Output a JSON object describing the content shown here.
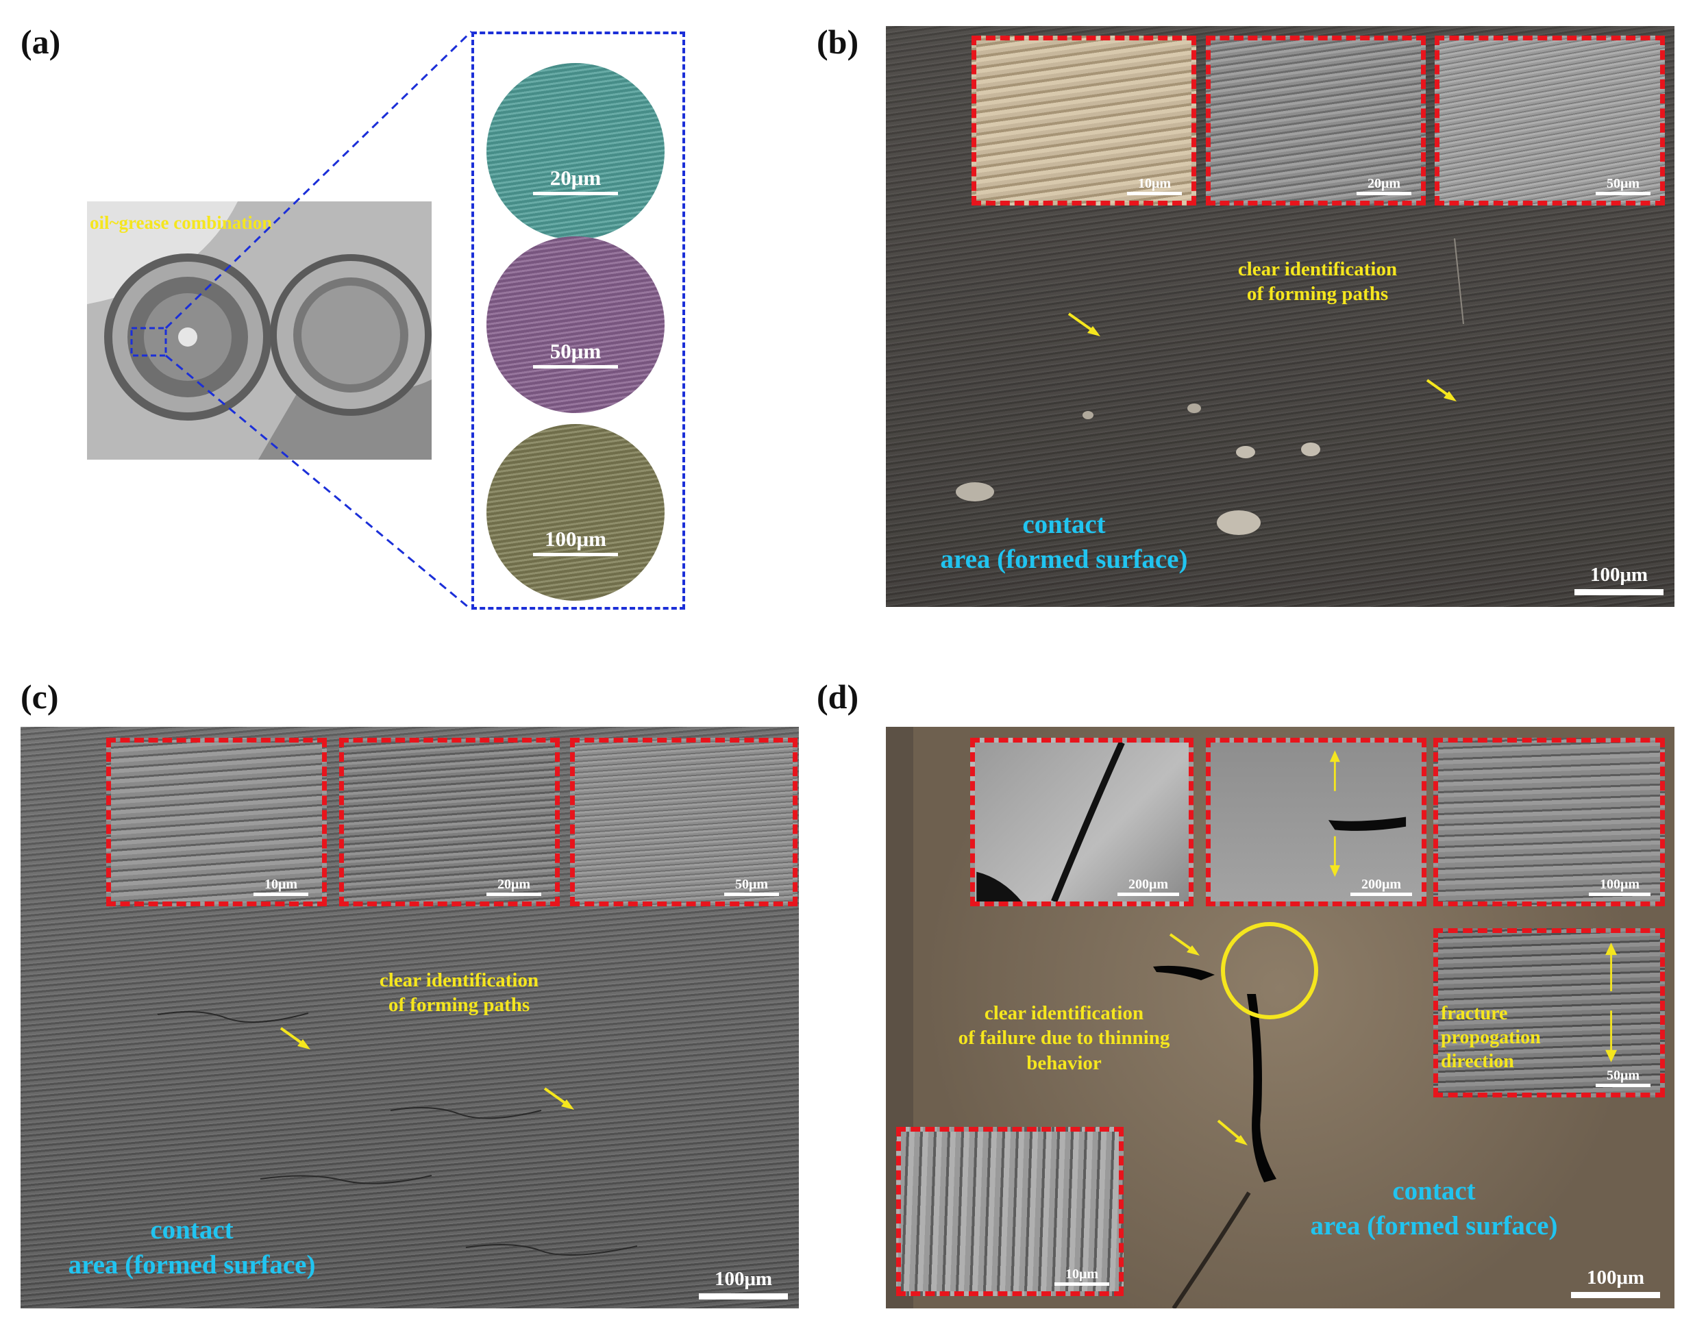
{
  "panels": {
    "a": {
      "label": "(a)",
      "photo_caption": "oil~grease combination",
      "circles": [
        {
          "scale": "20μm",
          "color": "#4f9d97"
        },
        {
          "scale": "50μm",
          "color": "#86608d"
        },
        {
          "scale": "100μm",
          "color": "#7d7b53"
        }
      ]
    },
    "b": {
      "label": "(b)",
      "insets": [
        {
          "scale": "10μm"
        },
        {
          "scale": "20μm"
        },
        {
          "scale": "50μm"
        }
      ],
      "annotation": "clear identification\nof forming paths",
      "contact": "contact\narea (formed surface)",
      "scale": "100μm"
    },
    "c": {
      "label": "(c)",
      "insets": [
        {
          "scale": "10μm"
        },
        {
          "scale": "20μm"
        },
        {
          "scale": "50μm"
        }
      ],
      "annotation": "clear identification\nof forming paths",
      "contact": "contact\narea (formed surface)",
      "scale": "100μm"
    },
    "d": {
      "label": "(d)",
      "insets": [
        {
          "scale": "200μm"
        },
        {
          "scale": "200μm"
        },
        {
          "scale": "100μm"
        },
        {
          "scale": "50μm"
        },
        {
          "scale": "10μm"
        }
      ],
      "fracture_text": "fracture\npropogation\ndirection",
      "annotation": "clear identification\nof failure due to thinning\nbehavior",
      "contact": "contact\narea (formed surface)",
      "scale": "100μm"
    }
  },
  "colors": {
    "inset_border": "#e8141c",
    "annotation": "#f5e61e",
    "contact": "#21c4f0",
    "zoom_box": "#1b2fd8"
  }
}
